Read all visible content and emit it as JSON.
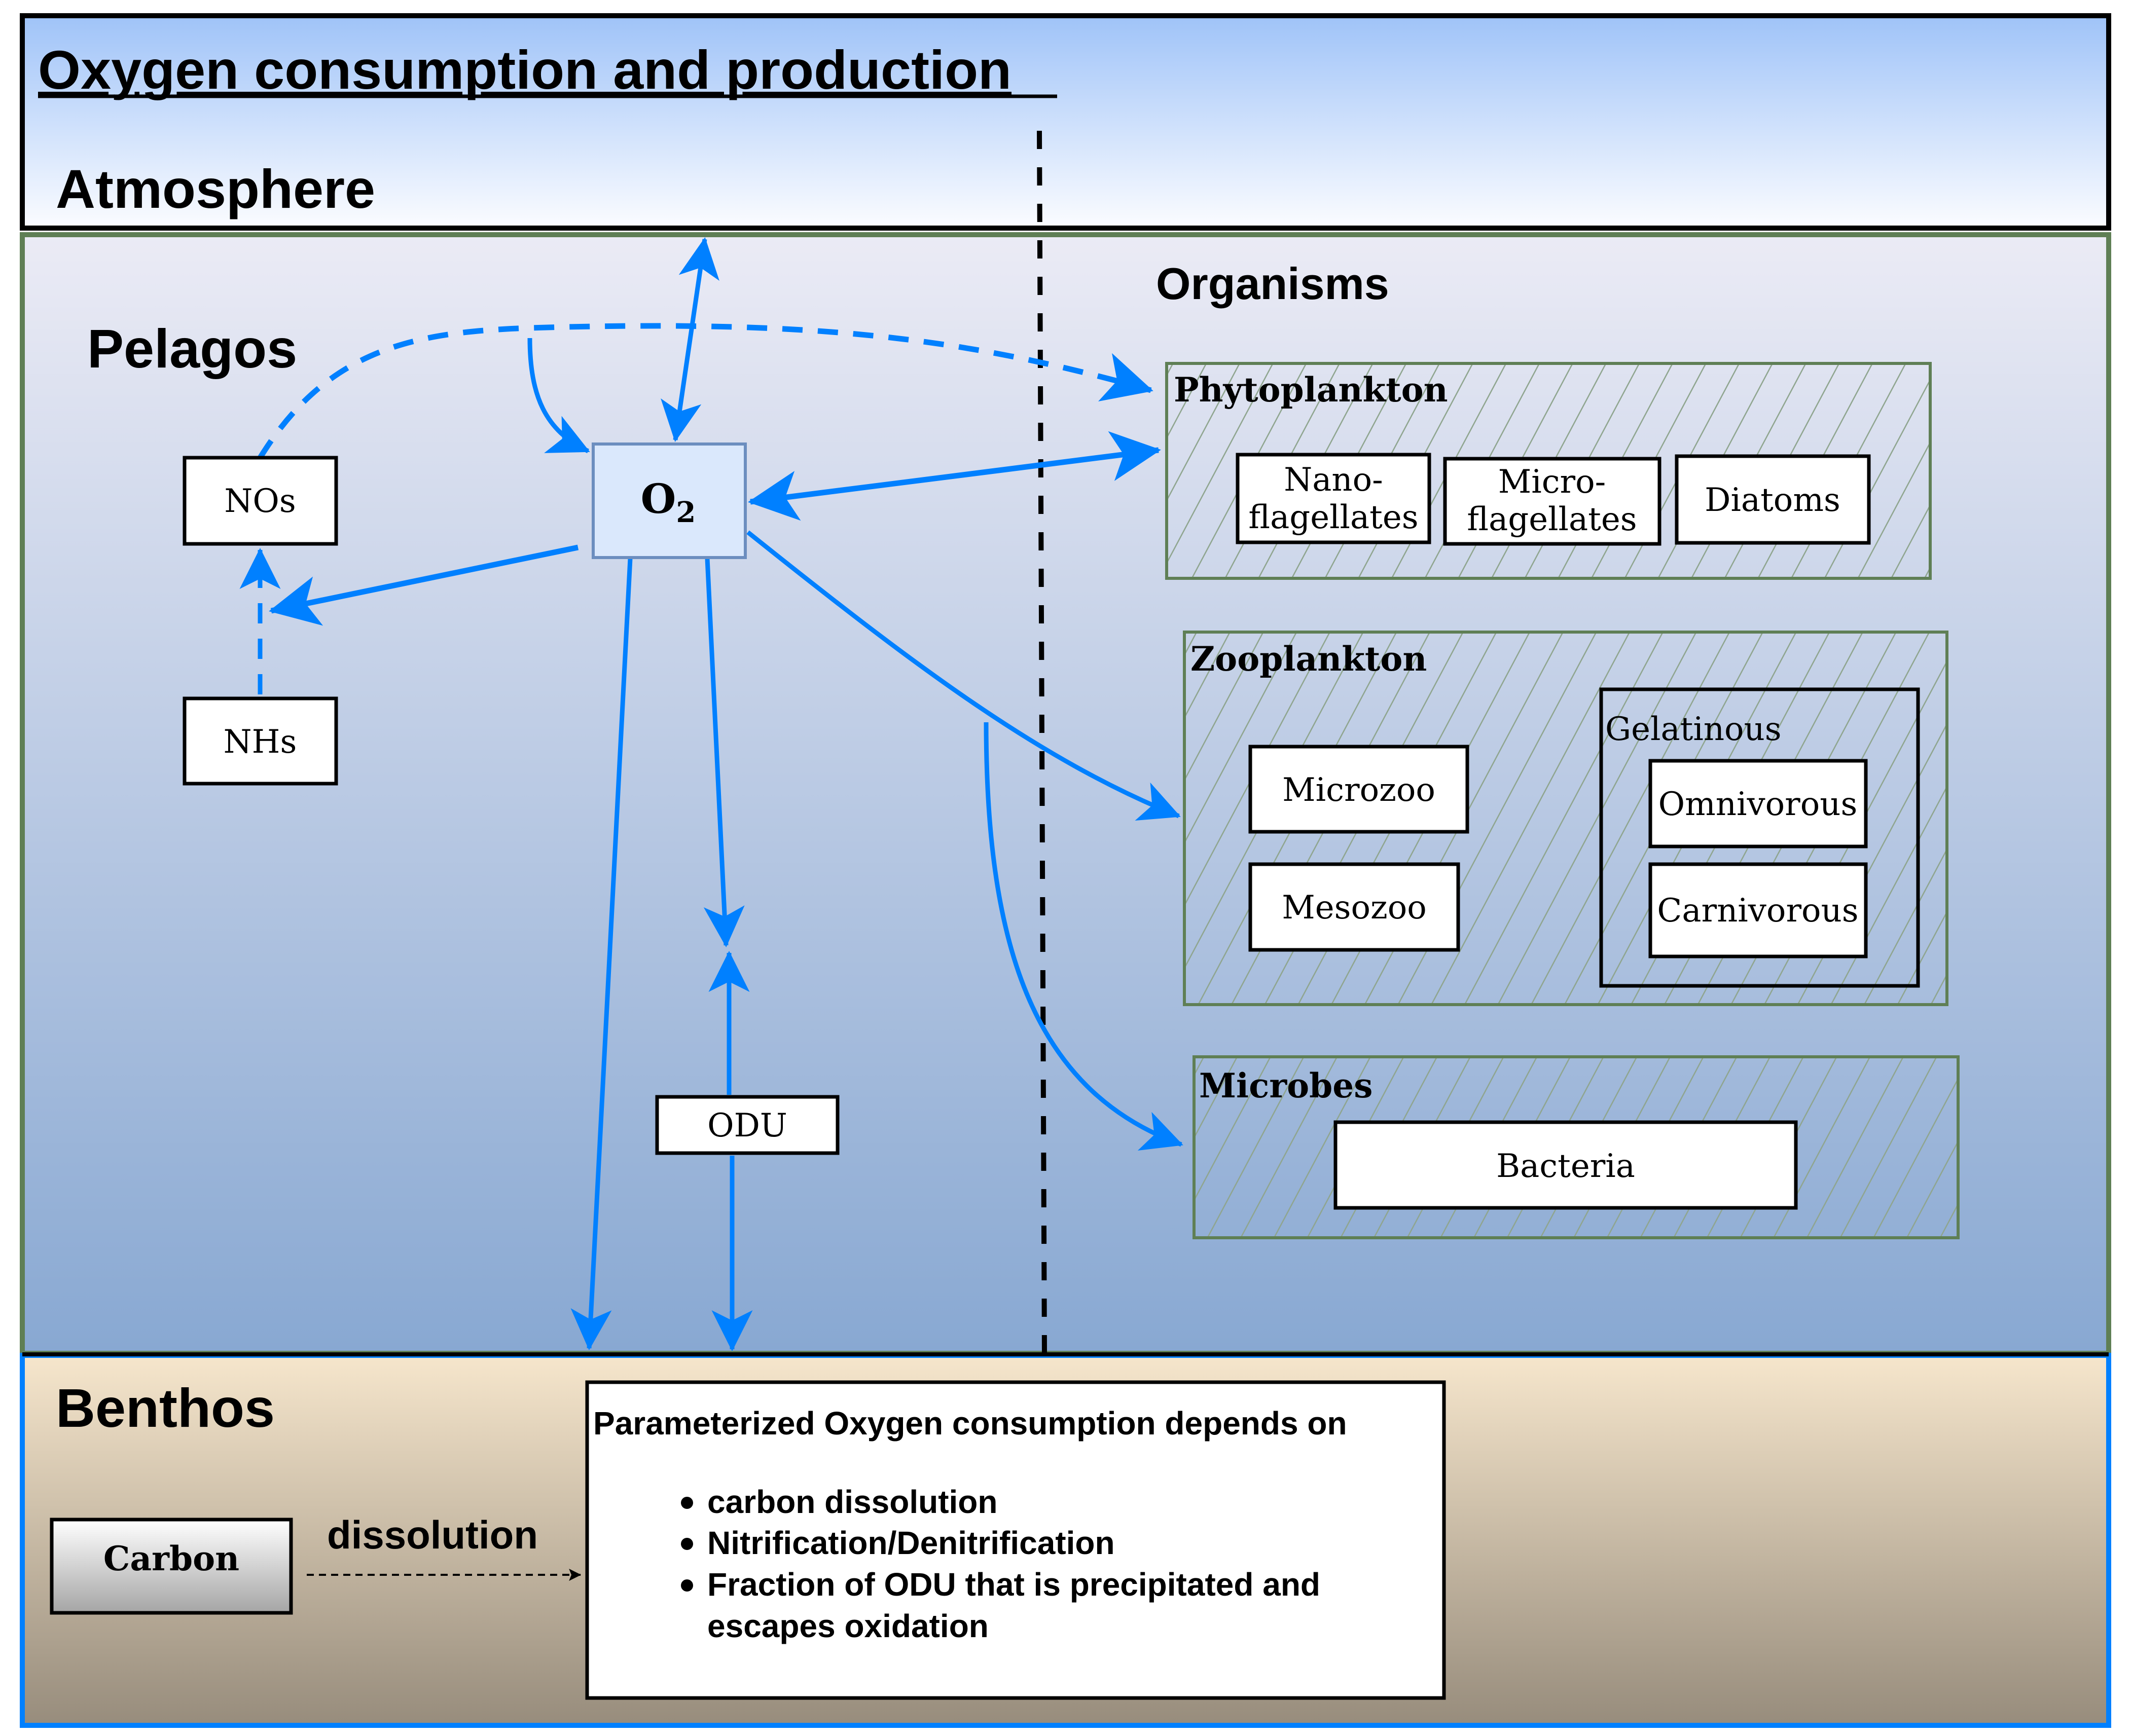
{
  "title": "Oxygen consumption and production",
  "sections": {
    "atmosphere": "Atmosphere",
    "pelagos": "Pelagos",
    "organisms": "Organisms",
    "benthos": "Benthos"
  },
  "nodes": {
    "o2": {
      "main": "O",
      "sub": "2"
    },
    "nos": "NOs",
    "nhs": "NHs",
    "odu": "ODU",
    "carbon": "Carbon"
  },
  "groups": {
    "phytoplankton": {
      "label": "Phytoplankton",
      "items": [
        {
          "lines": [
            "Nano-",
            "flagellates"
          ]
        },
        {
          "lines": [
            "Micro-",
            "flagellates"
          ]
        },
        {
          "lines": [
            "Diatoms"
          ]
        }
      ]
    },
    "zooplankton": {
      "label": "Zooplankton",
      "items": [
        "Microzoo",
        "Mesozoo"
      ],
      "gelatinous": {
        "label": "Gelatinous",
        "items": [
          "Omnivorous",
          "Carnivorous"
        ]
      }
    },
    "microbes": {
      "label": "Microbes",
      "items": [
        "Bacteria"
      ]
    }
  },
  "edges": {
    "dissolution_label": "dissolution"
  },
  "info_box": {
    "heading": "Parameterized Oxygen consumption depends on",
    "bullets": [
      "carbon dissolution",
      "Nitrification/Denitrification",
      "Fraction of ODU that is precipitated and",
      "escapes oxidation"
    ]
  },
  "colors": {
    "arrow_blue": "#0080ff",
    "group_border_green": "#5f7f55",
    "o2_fill": "#dae8fc",
    "o2_border": "#6c8ebf"
  }
}
